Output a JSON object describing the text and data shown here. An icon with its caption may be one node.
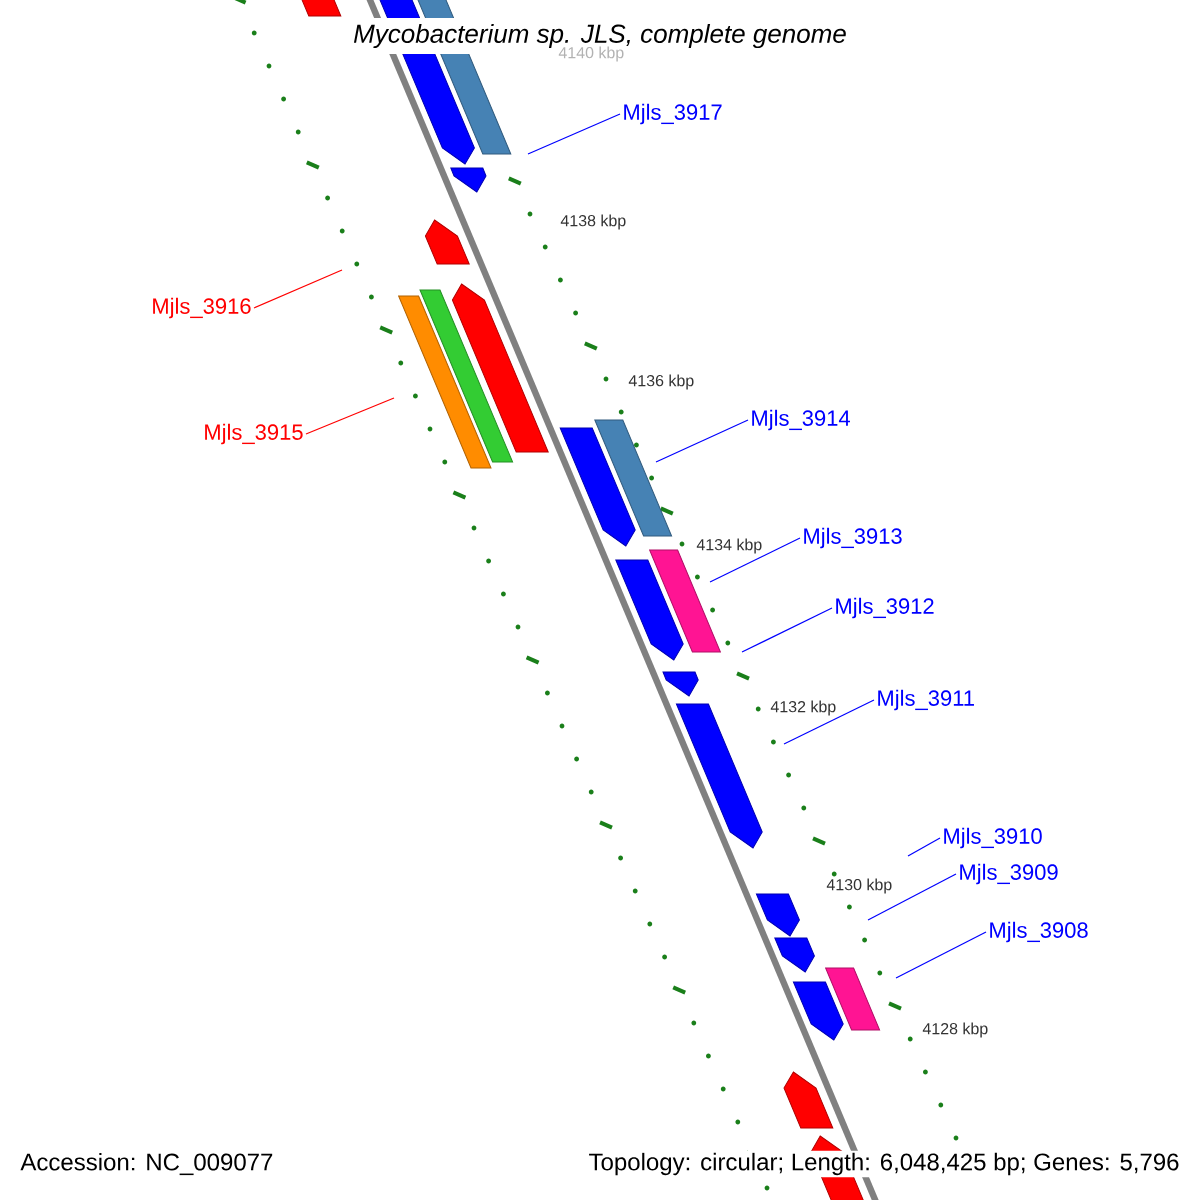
{
  "diagram": {
    "title": "Mycobacterium sp. JLS, complete genome",
    "nodes": [
      {
        "text": [
          "Mjls_3917"
        ]
      },
      {
        "text": [
          "Mjls_3916"
        ]
      },
      {
        "text": [
          "Mjls_3914"
        ]
      },
      {
        "text": [
          "Mjls_3915"
        ]
      },
      {
        "text": [
          "Mjls_3913"
        ]
      },
      {
        "text": [
          "Mjls_3912"
        ]
      },
      {
        "text": [
          "Mjls_3911"
        ]
      },
      {
        "text": [
          "Mjls_3910"
        ]
      },
      {
        "text": [
          "Mjls_3909"
        ]
      },
      {
        "text": [
          "Mjls_3908"
        ]
      }
    ],
    "edges": [
      {
        "from": 0,
        "to": null,
        "arrow": "none"
      },
      {
        "from": 1,
        "to": null,
        "arrow": "none",
        "color": "#ff0000"
      },
      {
        "from": 2,
        "to": null,
        "arrow": "none"
      },
      {
        "from": 3,
        "to": null,
        "arrow": "none",
        "color": "#ff0000"
      },
      {
        "from": 4,
        "to": null,
        "arrow": "none"
      },
      {
        "from": 5,
        "to": null,
        "arrow": "none"
      },
      {
        "from": 6,
        "to": null,
        "arrow": "none"
      },
      {
        "from": 7,
        "to": null,
        "arrow": "none"
      },
      {
        "from": 8,
        "to": null,
        "arrow": "none"
      },
      {
        "from": 9,
        "to": null,
        "arrow": "none"
      }
    ],
    "labels": [
      "4140 kbp",
      "4138 kbp",
      "4136 kbp",
      "4134 kbp",
      "4132 kbp",
      "4130 kbp",
      "4128 kbp",
      "Accession: NC_009077",
      "Topology: circular; Length: 6,048,425 bp; Genes: 5,796"
    ]
  }
}
